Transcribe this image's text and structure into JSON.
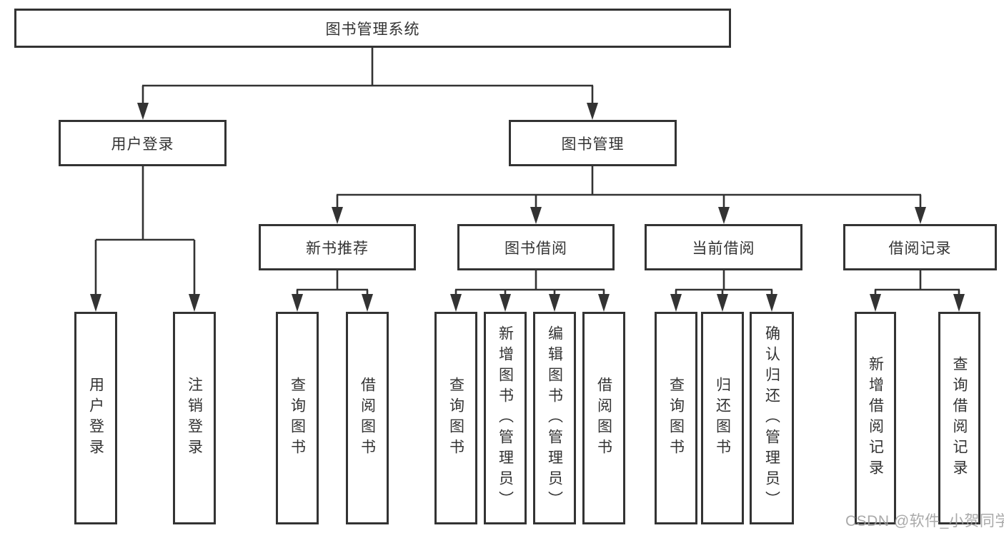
{
  "colors": {
    "line": "#333333",
    "border": "#333333",
    "fill": "#ffffff",
    "text": "#333333",
    "background": "#ffffff",
    "watermark": "#9e9e9e"
  },
  "watermark": {
    "text": "CSDN @软件_小贺同学"
  },
  "tree": {
    "root": {
      "label": "图书管理系统",
      "children": [
        {
          "label": "用户登录",
          "children": [
            {
              "label": "用户登录"
            },
            {
              "label": "注销登录"
            }
          ]
        },
        {
          "label": "图书管理",
          "children": [
            {
              "label": "新书推荐",
              "children": [
                {
                  "label": "查询图书"
                },
                {
                  "label": "借阅图书"
                }
              ]
            },
            {
              "label": "图书借阅",
              "children": [
                {
                  "label": "查询图书"
                },
                {
                  "label": "新增图书（管理员）"
                },
                {
                  "label": "编辑图书（管理员）"
                },
                {
                  "label": "借阅图书"
                }
              ]
            },
            {
              "label": "当前借阅",
              "children": [
                {
                  "label": "查询图书"
                },
                {
                  "label": "归还图书"
                },
                {
                  "label": "确认归还（管理员）"
                }
              ]
            },
            {
              "label": "借阅记录",
              "children": [
                {
                  "label": "新增借阅记录"
                },
                {
                  "label": "查询借阅记录"
                }
              ]
            }
          ]
        }
      ]
    }
  }
}
